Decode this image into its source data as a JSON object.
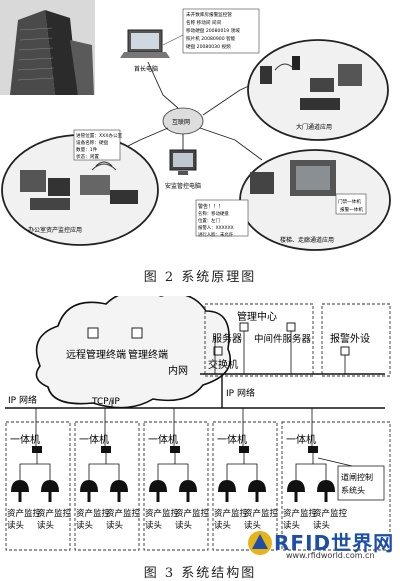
{
  "fig2": {
    "caption": "图 2   系统原理图",
    "alert_box_lines": [
      "未开数库房报警监控管",
      "名称  移动间 间间",
      "移动硬盘 20080019  领域",
      "照片机  20080900  智能",
      "硬盘  20080030  视频"
    ],
    "office_label_lines": [
      "进管位置：XXX办公室",
      "设备名称：硬盘 ",
      "数量：1件",
      "状态：闲置"
    ],
    "alarm_lines": [
      "警告！！！",
      "名称：移动硬盘",
      "位置：左门",
      "报警人：XXXXXX",
      "进行人脸：未允许"
    ],
    "labels": {
      "computer": "首长电脑",
      "internet": "互联网",
      "gate_app": "大门通道应用",
      "monitor": "安监管控电脑",
      "office_app": "办公室资产监控应用",
      "corridor_app": "楼梯、走廊通道应用",
      "door": "门禁一体机",
      "alarm_dev": "报警一体机"
    }
  },
  "fig3": {
    "caption": "图 3   系统结构图",
    "cloud_labels": [
      "远程管理终端",
      "管理终端",
      "内网"
    ],
    "mgmt_title": "管理中心",
    "servers": [
      "服务器",
      "中间件服务器"
    ],
    "switch": "交换机",
    "alarm_device": "报警外设",
    "ip_net_left": "IP 网络",
    "tcpip": "TCP/IP",
    "ip_net_mid": "IP 网络",
    "allinone": "一体机",
    "reader_label": "资产监控读头",
    "gate_control": "道闸控制系统头"
  },
  "watermark": {
    "brand": "RFID世界网",
    "url": "www.rfidworld.com.cn"
  }
}
